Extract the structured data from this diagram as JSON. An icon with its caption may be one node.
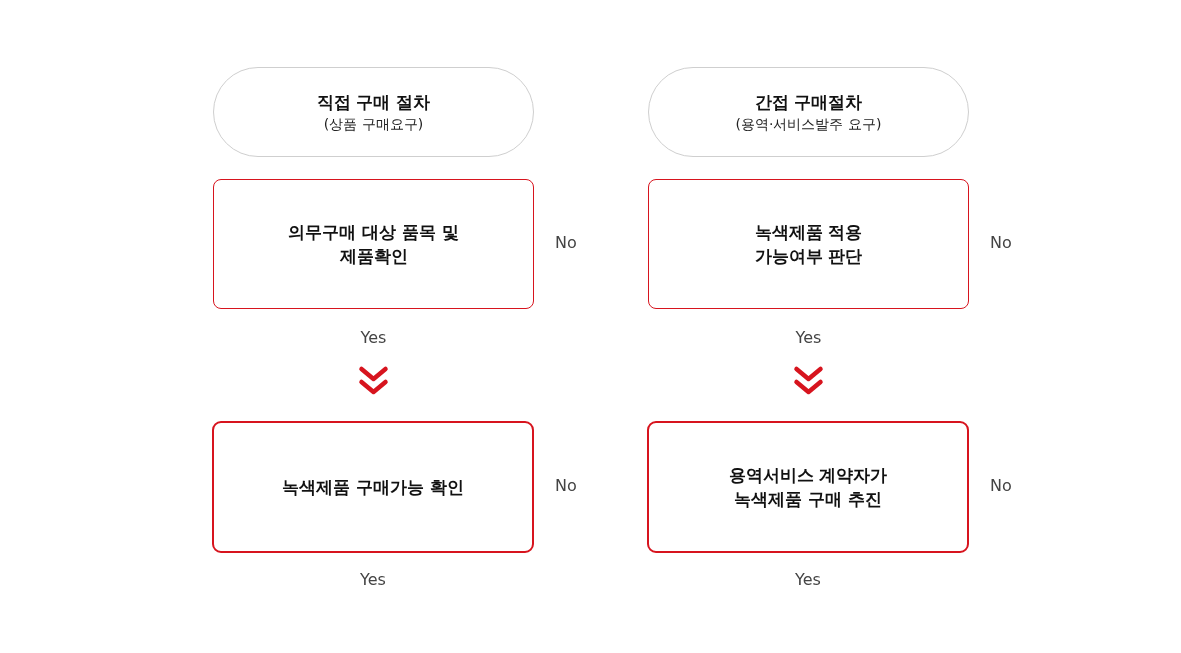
{
  "diagram": {
    "nodes": [
      {
        "text": [
          "직접 구매 절차",
          "(상품 구매요구)"
        ]
      },
      {
        "text": [
          "간접 구매절차",
          "(용역·서비스발주 요구)"
        ]
      },
      {
        "text": [
          "의무구매 대상 품목 및 제품확인"
        ],
        "beside": [
          "No"
        ]
      },
      {
        "text": [
          "녹색제품 적용 가능여부 판단"
        ],
        "beside": [
          "No"
        ]
      },
      {
        "text": [
          "녹색제품 구매가능 확인"
        ],
        "beside": [
          "No",
          "Yes"
        ]
      },
      {
        "text": [
          "용역서비스 계약자가 녹색제품 구매 추진"
        ],
        "beside": [
          "No",
          "Yes"
        ]
      }
    ],
    "edges": [
      {
        "from": 2,
        "to": 4,
        "arrow": "to",
        "label": "Yes"
      },
      {
        "from": 3,
        "to": 5,
        "arrow": "to",
        "label": "Yes"
      }
    ]
  }
}
